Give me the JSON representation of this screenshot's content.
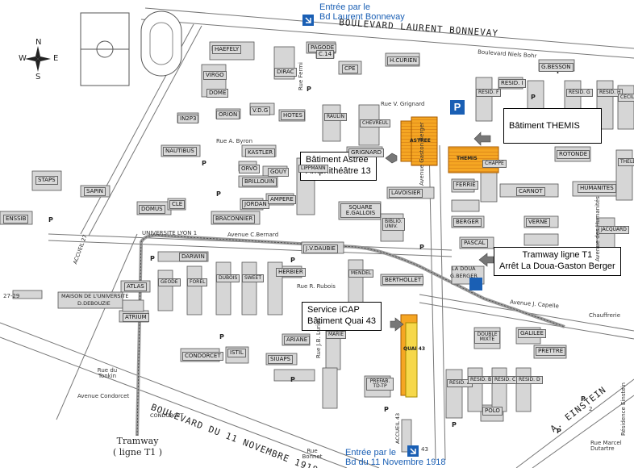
{
  "map": {
    "entries": {
      "top": {
        "line1": "Entrée par le",
        "line2": "Bd Laurent Bonnevay"
      },
      "bottom": {
        "line1": "Entrée par le",
        "line2": "Bd du 11 Novembre 1918"
      }
    },
    "callouts": {
      "themis": "Bâtiment THEMIS",
      "astree_line1": "Bâtiment Astrée",
      "astree_line2": "Amphithéâtre 13",
      "tram_line1": "Tramway ligne T1",
      "tram_line2": "Arrêt La Doua-Gaston Berger",
      "icap_line1": "Service iCAP",
      "icap_line2": "Bâtiment Quai 43"
    },
    "compass": {
      "n": "N",
      "s": "S",
      "e": "E",
      "w": "W"
    },
    "parking_letter": "P",
    "tram_legend": {
      "line1": "Tramway",
      "line2": "( ligne T1 )"
    },
    "streets": {
      "bd_bonnevay": "BOULEVARD    LAURENT    BONNEVAY",
      "bd_11nov": "BOULEVARD   DU   11   NOVEMBRE   1918",
      "einstein": "A. EINSTEIN",
      "niels_bohr": "Boulevard   Niels   Bohr",
      "grignard": "Rue V. Grignard",
      "byron": "Rue A. Byron",
      "cbernard": "Avenue C.Bernard",
      "univ": "UNIVERSITE LYON 1",
      "rubois": "Rue R. Rubois",
      "capelle": "Avenue J. Capelle",
      "gaston_berger": "Avenue Gaston Berger",
      "condorcet_av": "Avenue Condorcet",
      "tonkin": "Rue du Tonkin",
      "bonnet": "Rue Bonnet",
      "marcel_dutartre": "Rue Marcel Dutartre",
      "chauffrerie": "Chauffrerie",
      "residence_einstein": "Résidence Einstein",
      "fermi": "Rue Fermi",
      "humanites": "Avenue des Humanités",
      "jb_lurier": "Rue J.B. Lurier",
      "rue_27_29": "27-29",
      "num_43": "43",
      "num_2": "2"
    },
    "buildings": [
      "HAEFELY",
      "VIRGO",
      "DIRAC",
      "DOME",
      "PAGODE",
      "CPE",
      "H.CURIEN",
      "RESID. I",
      "G.BESSON",
      "IN2P3",
      "ORION",
      "V.D.G",
      "HOTES",
      "RAULIN",
      "CHEVREUL",
      "GRIGNARD",
      "ASTREE",
      "THEMIS",
      "NAUTIBUS",
      "KASTLER",
      "ORVO",
      "GOUY",
      "BRILLOUIN",
      "LIPPMANN",
      "STAPS",
      "SAPIN",
      "DOMUS",
      "CLE",
      "JORDAN",
      "AMPERE",
      "BRACONNIER",
      "SQUARE E.GALLOIS",
      "LAVOISIER",
      "BIBLIO. UNIV.",
      "FERRIE",
      "CARNOT",
      "ROTONDE",
      "HUMANITES",
      "THELEME",
      "ENSSIB",
      "DARWIN",
      "J.V.DAUBIE",
      "HERBIER",
      "ATLAS",
      "GEODE",
      "FOREL",
      "DUBOIS",
      "SWEET",
      "MENDEL",
      "BERTHOLLET",
      "QUAI 43",
      "DOUBLE MIXTE",
      "GALILEE",
      "PRETTRE",
      "CONDORCET",
      "ISTIL",
      "SIUAPS",
      "ARIANE",
      "MARIE",
      "PREFAB. TD-TP",
      "POLO",
      "RESID. A",
      "RESID. B",
      "RESID. C",
      "RESID. D",
      "RESID. F",
      "RESID. G",
      "RESID. H",
      "CECIL",
      "ACCUEIL 27",
      "ACCUEIL 43",
      "ATRIUM",
      "VERNE",
      "PASCAL",
      "BERGER",
      "CHAPPE",
      "JACQUARD",
      "C.14"
    ],
    "misc": {
      "maison": "MAISON DE L'UNIVERSITE",
      "debouzie": "D.DEBOUZIE",
      "la_doua": "LA DOUA",
      "g_berger": "G.BERGER",
      "condorcet_small": "CONDORCET",
      "accueil27": "ACCUEIL 27",
      "accueil43": "ACCUEIL 43"
    }
  }
}
